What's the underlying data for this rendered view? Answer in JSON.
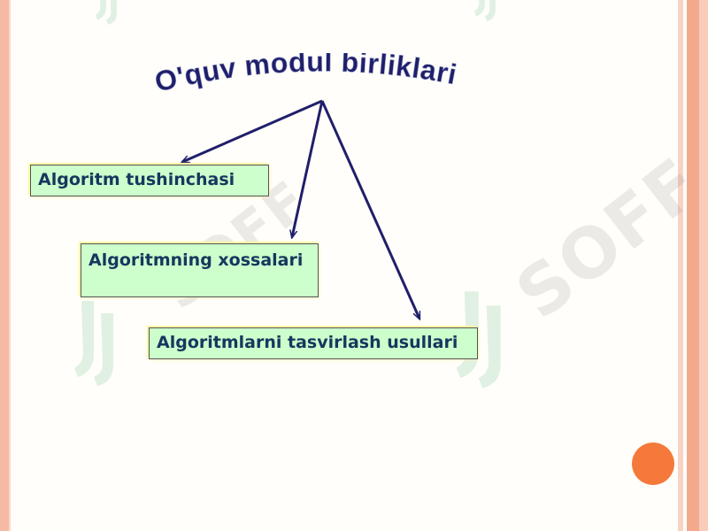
{
  "slide": {
    "title": "O'quv modul birliklari",
    "nodes": [
      {
        "label": "Algoritm tushinchasi"
      },
      {
        "label": "Algoritmning xossalari"
      },
      {
        "label": "Algoritmlarni tasvirlash usullari"
      }
    ]
  },
  "watermark": {
    "text": "SOFF"
  },
  "colors": {
    "title": "#1f1f6b",
    "node_fill": "#ccffcc",
    "node_text": "#17375e",
    "arrow": "#1f1f6b",
    "accent_dot": "#f4793a",
    "frame": "#f4a98c"
  }
}
